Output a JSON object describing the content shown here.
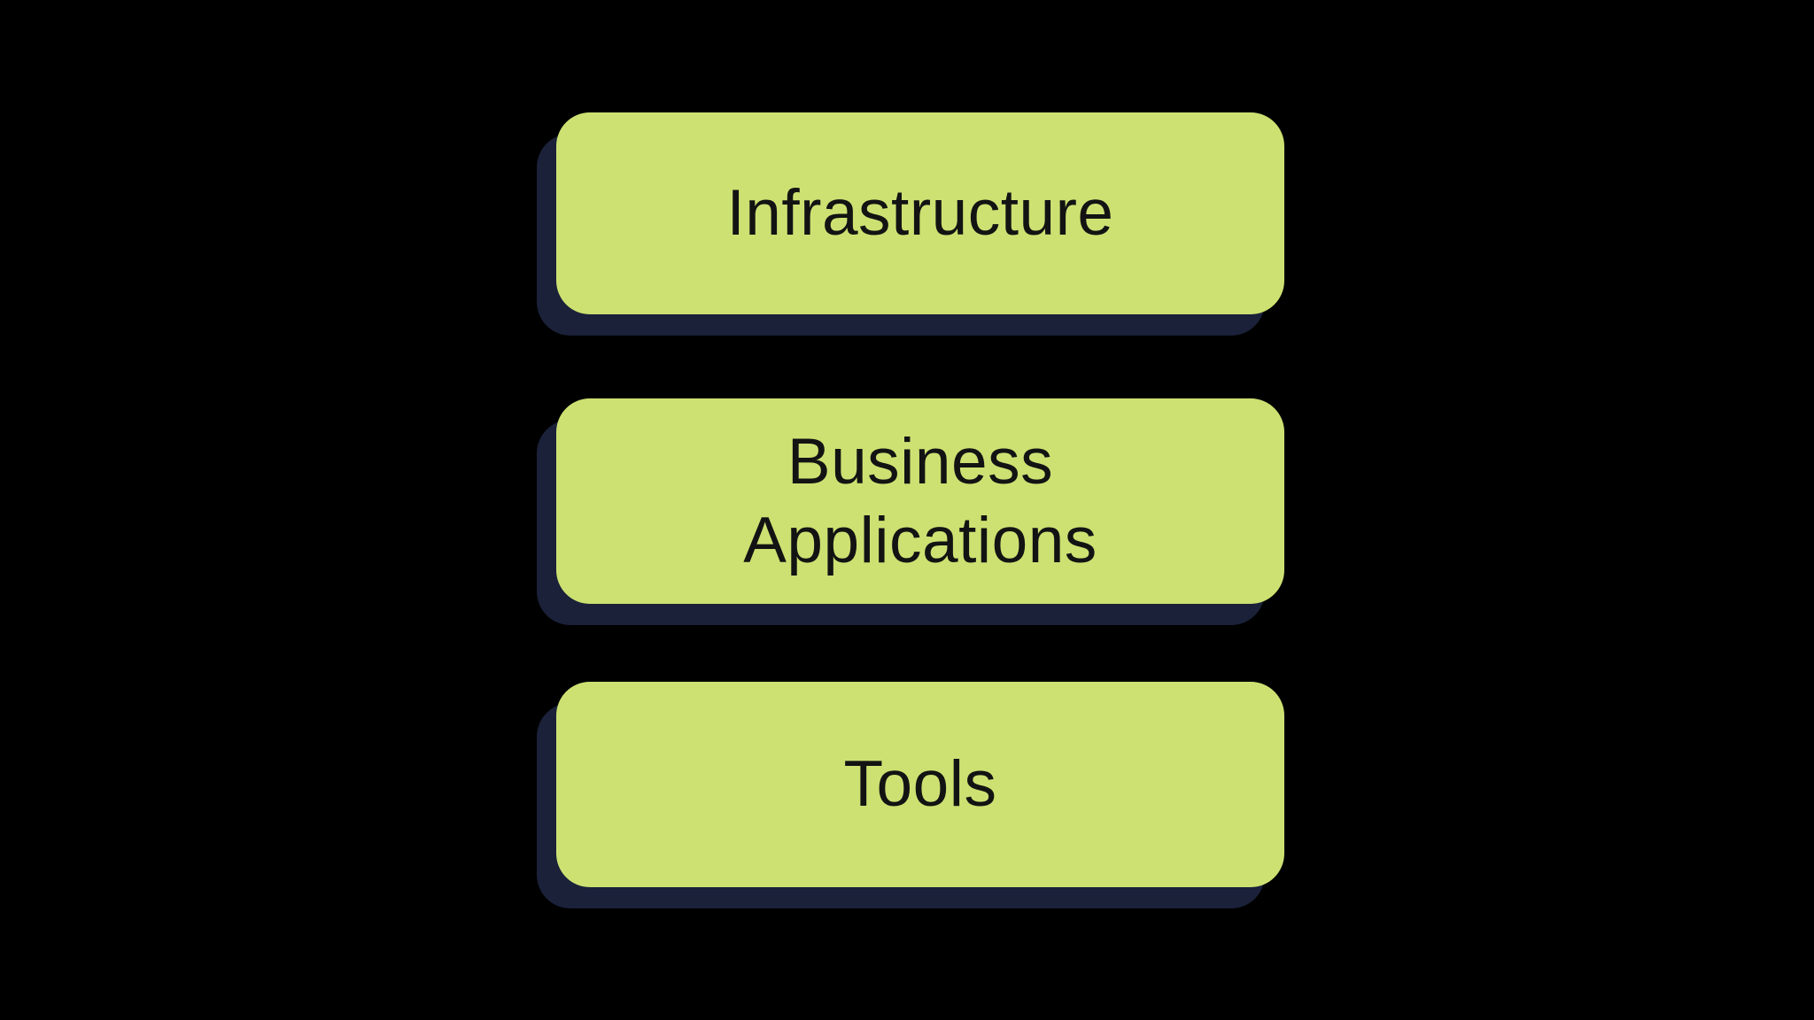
{
  "diagram": {
    "background_color": "#000000",
    "node_fill_color": "#cde172",
    "node_shadow_color": "#1a2139",
    "text_color": "#131313",
    "nodes": [
      {
        "label": "Infrastructure"
      },
      {
        "label": "Business\nApplications"
      },
      {
        "label": "Tools"
      }
    ]
  }
}
